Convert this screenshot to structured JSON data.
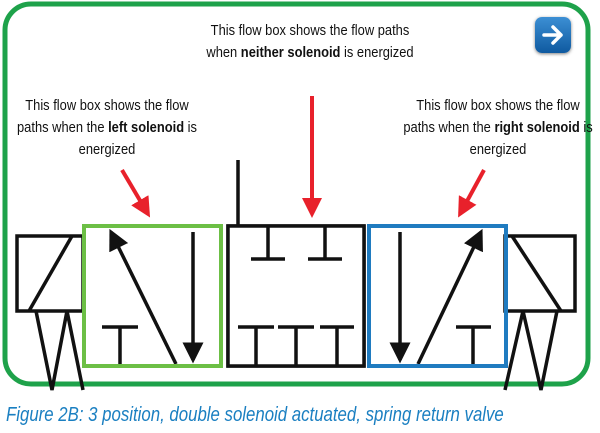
{
  "notes": {
    "center": {
      "pre": "This flow box shows the flow paths when ",
      "bold": "neither solenoid",
      "post": " is energized"
    },
    "left": {
      "pre": "This flow box shows the flow paths when the ",
      "bold": "left solenoid",
      "post": " is energized"
    },
    "right": {
      "pre": "This flow box shows the flow paths when the ",
      "bold": "right solenoid",
      "post": " is energized"
    }
  },
  "caption": "Figure 2B: 3 position, double solenoid actuated, spring return valve",
  "next_button": {
    "icon": "arrow-right-icon"
  },
  "colors": {
    "frame": "#1ea24a",
    "left_box": "#6cbf45",
    "right_box": "#1f7bc0",
    "arrow": "#e8212b",
    "caption": "#1a7fc1"
  }
}
